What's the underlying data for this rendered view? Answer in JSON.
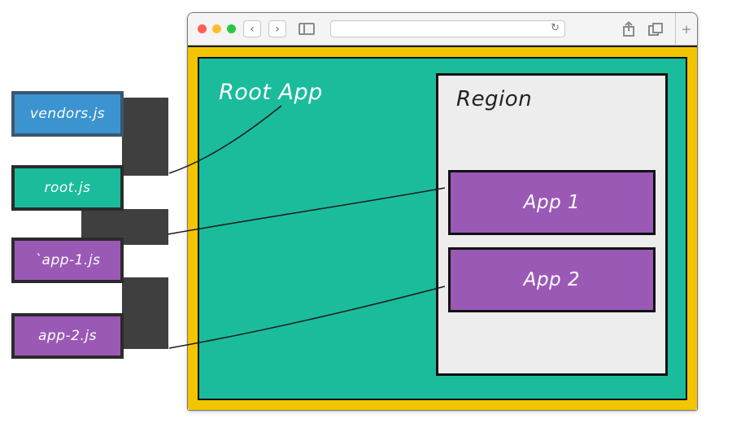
{
  "colors": {
    "teal": "#1abc9c",
    "purple": "#9b59b6",
    "blue": "#3b94cf",
    "yellow": "#f2c500",
    "dark_bar": "#3f3f3f",
    "traffic_lights": [
      "#ff5f57",
      "#febc2e",
      "#28c840"
    ]
  },
  "files": [
    {
      "label": "vendors.js"
    },
    {
      "label": "root.js"
    },
    {
      "label": "`app-1.js"
    },
    {
      "label": "app-2.js"
    }
  ],
  "browser": {
    "toolbar": {
      "back": "‹",
      "forward": "›",
      "reload": "↻",
      "new_tab": "+",
      "address_value": ""
    },
    "page": {
      "root_app_label": "Root App",
      "region_label": "Region",
      "apps": [
        {
          "label": "App 1"
        },
        {
          "label": "App 2"
        }
      ]
    }
  }
}
